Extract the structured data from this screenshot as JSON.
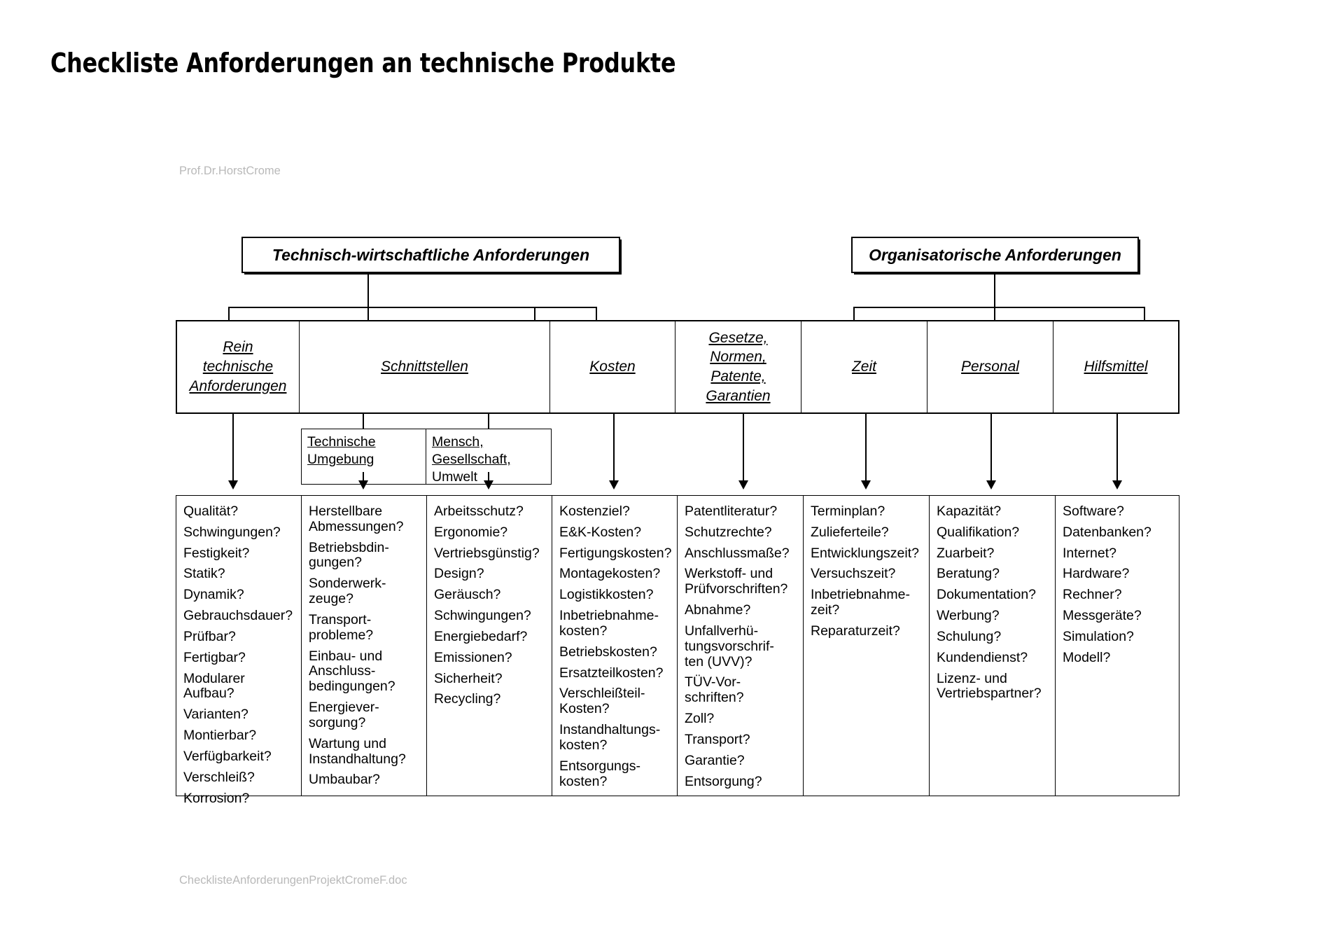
{
  "title": "Checkliste Anforderungen an technische Produkte",
  "author": "Prof.Dr.HorstCrome",
  "footer_file": "ChecklisteAnforderungenProjektCromeF.doc",
  "top_boxes": [
    {
      "label": "Technisch-wirtschaftliche Anforderungen"
    },
    {
      "label": "Organisatorische Anforderungen"
    }
  ],
  "categories": [
    {
      "line1": "Rein",
      "line2": "technische",
      "line3": "Anforderungen"
    },
    {
      "line1": "Schnittstellen"
    },
    {
      "line1": "Kosten"
    },
    {
      "line1": "Gesetze,",
      "line2": "Normen,",
      "line3": "Patente,",
      "line4": "Garantien"
    },
    {
      "line1": "Zeit"
    },
    {
      "line1": "Personal"
    },
    {
      "line1": "Hilfsmittel"
    }
  ],
  "subboxes": [
    {
      "line1": "Technische",
      "line2": "Umgebung",
      "line3": ""
    },
    {
      "line1": "Mensch,",
      "line2": "Gesellschaft,",
      "line3": "Umwelt"
    }
  ],
  "columns": [
    {
      "name": "rein-technische-anforderungen",
      "items": [
        "Qualität?",
        "Schwingungen?",
        "Festigkeit?",
        "Statik?",
        "Dynamik?",
        "Gebrauchsdauer?",
        "Prüfbar?",
        "Fertigbar?",
        "Modularer\nAufbau?",
        "Varianten?",
        "Montierbar?",
        "Verfügbarkeit?",
        "Verschleiß?",
        "Korrosion?"
      ]
    },
    {
      "name": "technische-umgebung",
      "items": [
        "Herstellbare\nAbmessungen?",
        "Betriebsbdin-\ngungen?",
        "Sonderwerk-\nzeuge?",
        "Transport-\nprobleme?",
        "Einbau- und\nAnschluss-\nbedingungen?",
        "Energiever-\nsorgung?",
        "Wartung und\nInstandhaltung?",
        "Umbaubar?"
      ]
    },
    {
      "name": "mensch-gesellschaft-umwelt",
      "items": [
        "Arbeitsschutz?",
        "Ergonomie?",
        "Vertriebsgünstig?",
        "Design?",
        "Geräusch?",
        "Schwingungen?",
        "Energiebedarf?",
        "Emissionen?",
        "Sicherheit?",
        "Recycling?"
      ]
    },
    {
      "name": "kosten",
      "items": [
        "Kostenziel?",
        "E&K-Kosten?",
        "Fertigungskosten?",
        "Montagekosten?",
        "Logistikkosten?",
        "Inbetriebnahme-\nkosten?",
        "Betriebskosten?",
        "Ersatzteilkosten?",
        "Verschleißteil-\nKosten?",
        "Instandhaltungs-\nkosten?",
        "Entsorgungs-\nkosten?"
      ]
    },
    {
      "name": "gesetze-normen-patente-garantien",
      "items": [
        "Patentliteratur?",
        "Schutzrechte?",
        "Anschlussmaße?",
        "Werkstoff- und\nPrüfvorschriften?",
        "Abnahme?",
        "Unfallverhü-\ntungsvorschrif-\nten (UVV)?",
        "TÜV-Vor-\nschriften?",
        "Zoll?",
        "Transport?",
        "Garantie?",
        "Entsorgung?"
      ]
    },
    {
      "name": "zeit",
      "items": [
        "Terminplan?",
        "Zulieferteile?",
        "Entwicklungszeit?",
        "Versuchszeit?",
        "Inbetriebnahme-\nzeit?",
        "Reparaturzeit?"
      ]
    },
    {
      "name": "personal",
      "items": [
        "Kapazität?",
        "Qualifikation?",
        "Zuarbeit?",
        "Beratung?",
        "Dokumentation?",
        "Werbung?",
        "Schulung?",
        "Kundendienst?",
        "Lizenz- und\nVertriebspartner?"
      ]
    },
    {
      "name": "hilfsmittel",
      "items": [
        "Software?",
        "Datenbanken?",
        "Internet?",
        "Hardware?",
        "Rechner?",
        "Messgeräte?",
        "Simulation?",
        "Modell?"
      ]
    }
  ],
  "colors": {
    "ink": "#000000",
    "muted_text": "#b9b9b9",
    "background": "#ffffff"
  }
}
